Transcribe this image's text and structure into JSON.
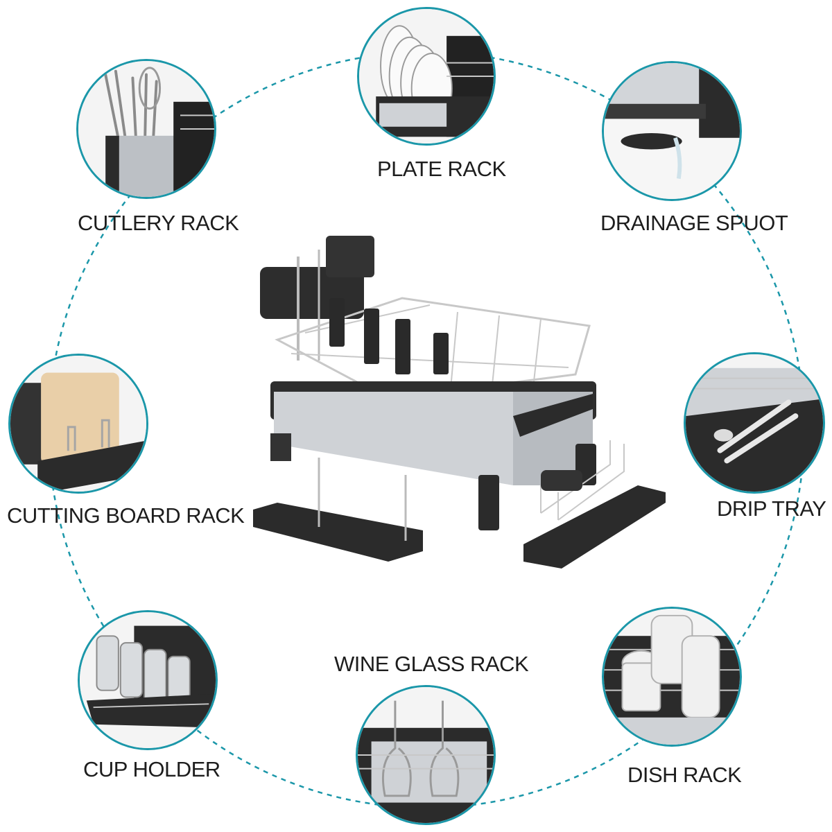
{
  "colors": {
    "ring": "#1b97a9",
    "text": "#1d1d1d",
    "dark": "#2b2b2b",
    "steel": "#c9ccd0"
  },
  "features": {
    "plate_rack": "PLATE RACK",
    "cutlery_rack": "CUTLERY RACK",
    "drainage_spout": "DRAINAGE SPUOT",
    "cutting_board_rack": "CUTTING BOARD RACK",
    "drip_tray": "DRIP TRAY",
    "wine_glass_rack": "WINE GLASS RACK",
    "cup_holder": "CUP HOLDER",
    "dish_rack": "DISH RACK"
  }
}
